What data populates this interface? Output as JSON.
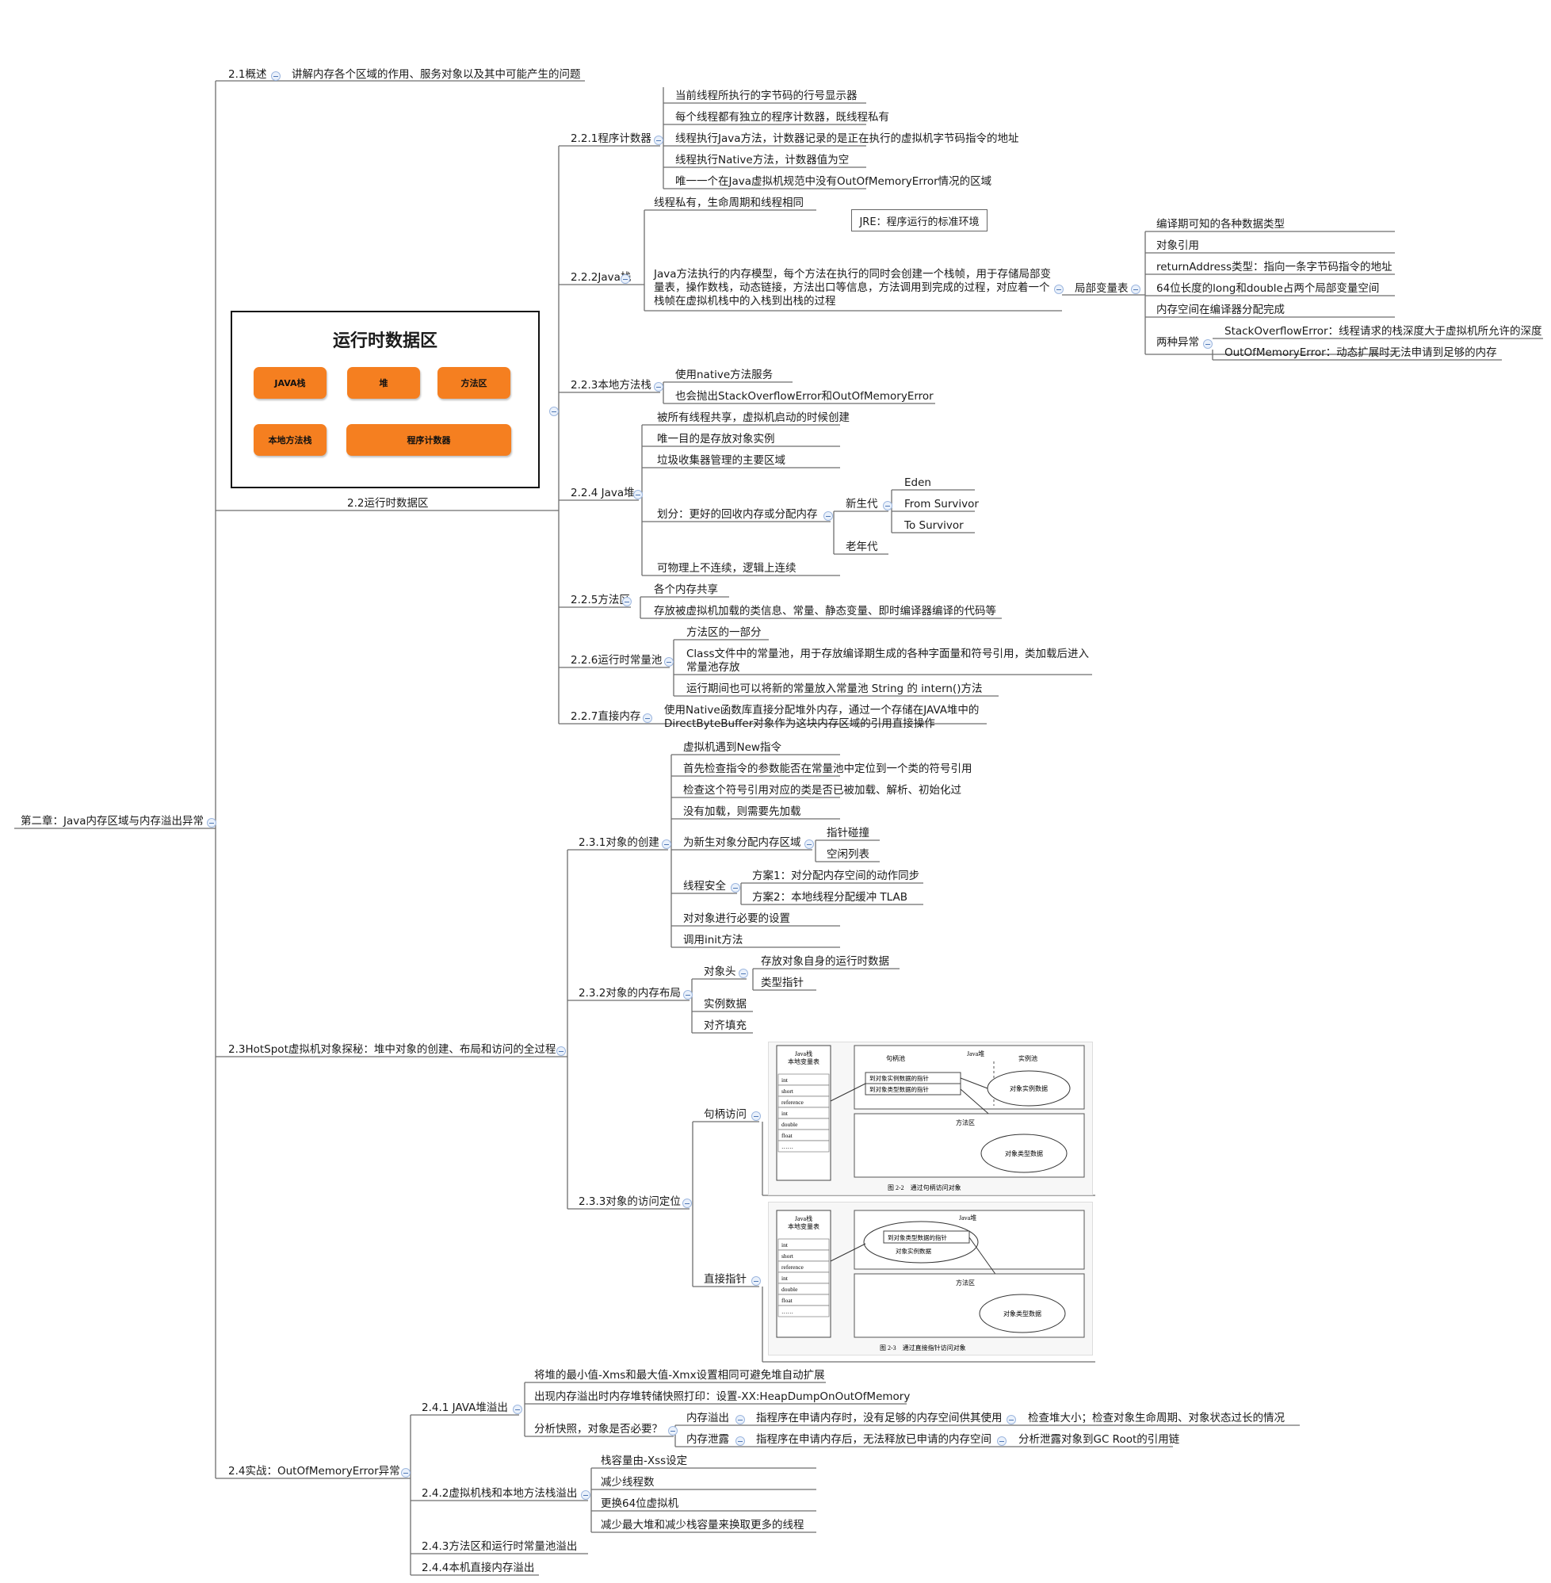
{
  "root": "第二章：Java内存区域与内存溢出异常",
  "s21": {
    "label": "2.1概述",
    "desc": "讲解内存各个区域的作用、服务对象以及其中可能产生的问题"
  },
  "s22": {
    "label": "2.2运行时数据区",
    "frame": {
      "title": "运行时数据区",
      "pills": [
        "JAVA栈",
        "堆",
        "方法区",
        "本地方法栈",
        "程序计数器"
      ]
    },
    "pc": {
      "label": "2.2.1程序计数器",
      "items": [
        "当前线程所执行的字节码的行号显示器",
        "每个线程都有独立的程序计数器，既线程私有",
        "线程执行Java方法，计数器记录的是正在执行的虚拟机字节码指令的地址",
        "线程执行Native方法，计数器值为空",
        "唯一一个在Java虚拟机规范中没有OutOfMemoryError情况的区域"
      ]
    },
    "stack": {
      "label": "2.2.2Java栈",
      "private": "线程私有，生命周期和线程相同",
      "jre_note": "JRE：程序运行的标准环境",
      "model": "Java方法执行的内存模型，每个方法在执行的同时会创建一个栈帧，用于存储局部变量表，操作数栈，动态链接，方法出口等信息，方法调用到完成的过程，对应着一个栈帧在虚拟机栈中的入栈到出栈的过程",
      "lvt": {
        "label": "局部变量表",
        "items": [
          "编译期可知的各种数据类型",
          "对象引用",
          "returnAddress类型：指向一条字节码指令的地址",
          "64位长度的long和double占两个局部变量空间",
          "内存空间在编译器分配完成"
        ],
        "exc": {
          "label": "两种异常",
          "items": [
            "StackOverflowError：线程请求的栈深度大于虚拟机所允许的深度",
            "OutOfMemoryError：动态扩展时无法申请到足够的内存"
          ]
        }
      }
    },
    "native": {
      "label": "2.2.3本地方法栈",
      "items": [
        "使用native方法服务",
        "也会抛出StackOverflowError和OutOfMemoryError"
      ]
    },
    "heap": {
      "label": "2.2.4 Java堆",
      "items": [
        "被所有线程共享，虚拟机启动的时候创建",
        "唯一目的是存放对象实例",
        "垃圾收集器管理的主要区域"
      ],
      "div": {
        "label": "划分：更好的回收内存或分配内存",
        "young": "新生代",
        "young_items": [
          "Eden",
          "From Survivor",
          "To Survivor"
        ],
        "old": "老年代"
      },
      "last": "可物理上不连续，逻辑上连续"
    },
    "method": {
      "label": "2.2.5方法区",
      "items": [
        "各个内存共享",
        "存放被虚拟机加载的类信息、常量、静态变量、即时编译器编译的代码等"
      ]
    },
    "rcp": {
      "label": "2.2.6运行时常量池",
      "items": [
        "方法区的一部分",
        "Class文件中的常量池，用于存放编译期生成的各种字面量和符号引用，类加载后进入常量池存放",
        "运行期间也可以将新的常量放入常量池 String 的 intern()方法"
      ]
    },
    "direct": {
      "label": "2.2.7直接内存",
      "desc": "使用Native函数库直接分配堆外内存，通过一个存储在JAVA堆中的DirectByteBuffer对象作为这块内存区域的引用直接操作"
    }
  },
  "s23": {
    "label": "2.3HotSpot虚拟机对象探秘：堆中对象的创建、布局和访问的全过程",
    "create": {
      "label": "2.3.1对象的创建",
      "items": [
        "虚拟机遇到New指令",
        "首先检查指令的参数能否在常量池中定位到一个类的符号引用",
        "检查这个符号引用对应的类是否已被加载、解析、初始化过",
        "没有加载，则需要先加载"
      ],
      "alloc": {
        "label": "为新生对象分配内存区域",
        "items": [
          "指针碰撞",
          "空闲列表"
        ]
      },
      "safe": {
        "label": "线程安全",
        "items": [
          "方案1：对分配内存空间的动作同步",
          "方案2：本地线程分配缓冲 TLAB"
        ]
      },
      "tail": [
        "对对象进行必要的设置",
        "调用init方法"
      ]
    },
    "layout": {
      "label": "2.3.2对象的内存布局",
      "header": "对象头",
      "header_items": [
        "存放对象自身的运行时数据",
        "类型指针"
      ],
      "items": [
        "实例数据",
        "对齐填充"
      ]
    },
    "access": {
      "label": "2.3.3对象的访问定位",
      "handle": "句柄访问",
      "direct": "直接指针",
      "fig1": {
        "stack_title": "Java栈\n本地变量表",
        "rows": [
          "int",
          "short",
          "reference",
          "int",
          "double",
          "float",
          "……"
        ],
        "pool": "句柄池",
        "heap": "Java堆",
        "inst": "实例池",
        "p1": "到对象实例数据的指针",
        "p2": "到对象类型数据的指针",
        "obj": "对象实例数据",
        "method": "方法区",
        "type": "对象类型数据",
        "caption": "图 2-2　通过句柄访问对象"
      },
      "fig2": {
        "stack_title": "Java栈\n本地变量表",
        "rows": [
          "int",
          "short",
          "reference",
          "int",
          "double",
          "float",
          "……"
        ],
        "heap": "Java堆",
        "p1": "到对象类型数据的指针",
        "obj": "对象实例数据",
        "method": "方法区",
        "type": "对象类型数据",
        "caption": "图 2-3　通过直接指针访问对象"
      }
    }
  },
  "s24": {
    "label": "2.4实战：OutOfMemoryError异常",
    "heap": {
      "label": "2.4.1 JAVA堆溢出",
      "items": [
        "将堆的最小值-Xms和最大值-Xmx设置相同可避免堆自动扩展",
        "出现内存溢出时内存堆转储快照打印：设置-XX:HeapDumpOnOutOfMemory"
      ],
      "analyze": {
        "label": "分析快照，对象是否必要？",
        "overflow": "内存溢出",
        "overflow_desc": "指程序在申请内存时，没有足够的内存空间供其使用",
        "overflow_fix": "检查堆大小；检查对象生命周期、对象状态过长的情况",
        "leak": "内存泄露",
        "leak_desc": "指程序在申请内存后，无法释放已申请的内存空间",
        "leak_fix": "分析泄露对象到GC Root的引用链"
      }
    },
    "stack": {
      "label": "2.4.2虚拟机栈和本地方法栈溢出",
      "items": [
        "栈容量由-Xss设定",
        "减少线程数",
        "更换64位虚拟机",
        "减少最大堆和减少栈容量来换取更多的线程"
      ]
    },
    "method": "2.4.3方法区和运行时常量池溢出",
    "direct": "2.4.4本机直接内存溢出"
  }
}
